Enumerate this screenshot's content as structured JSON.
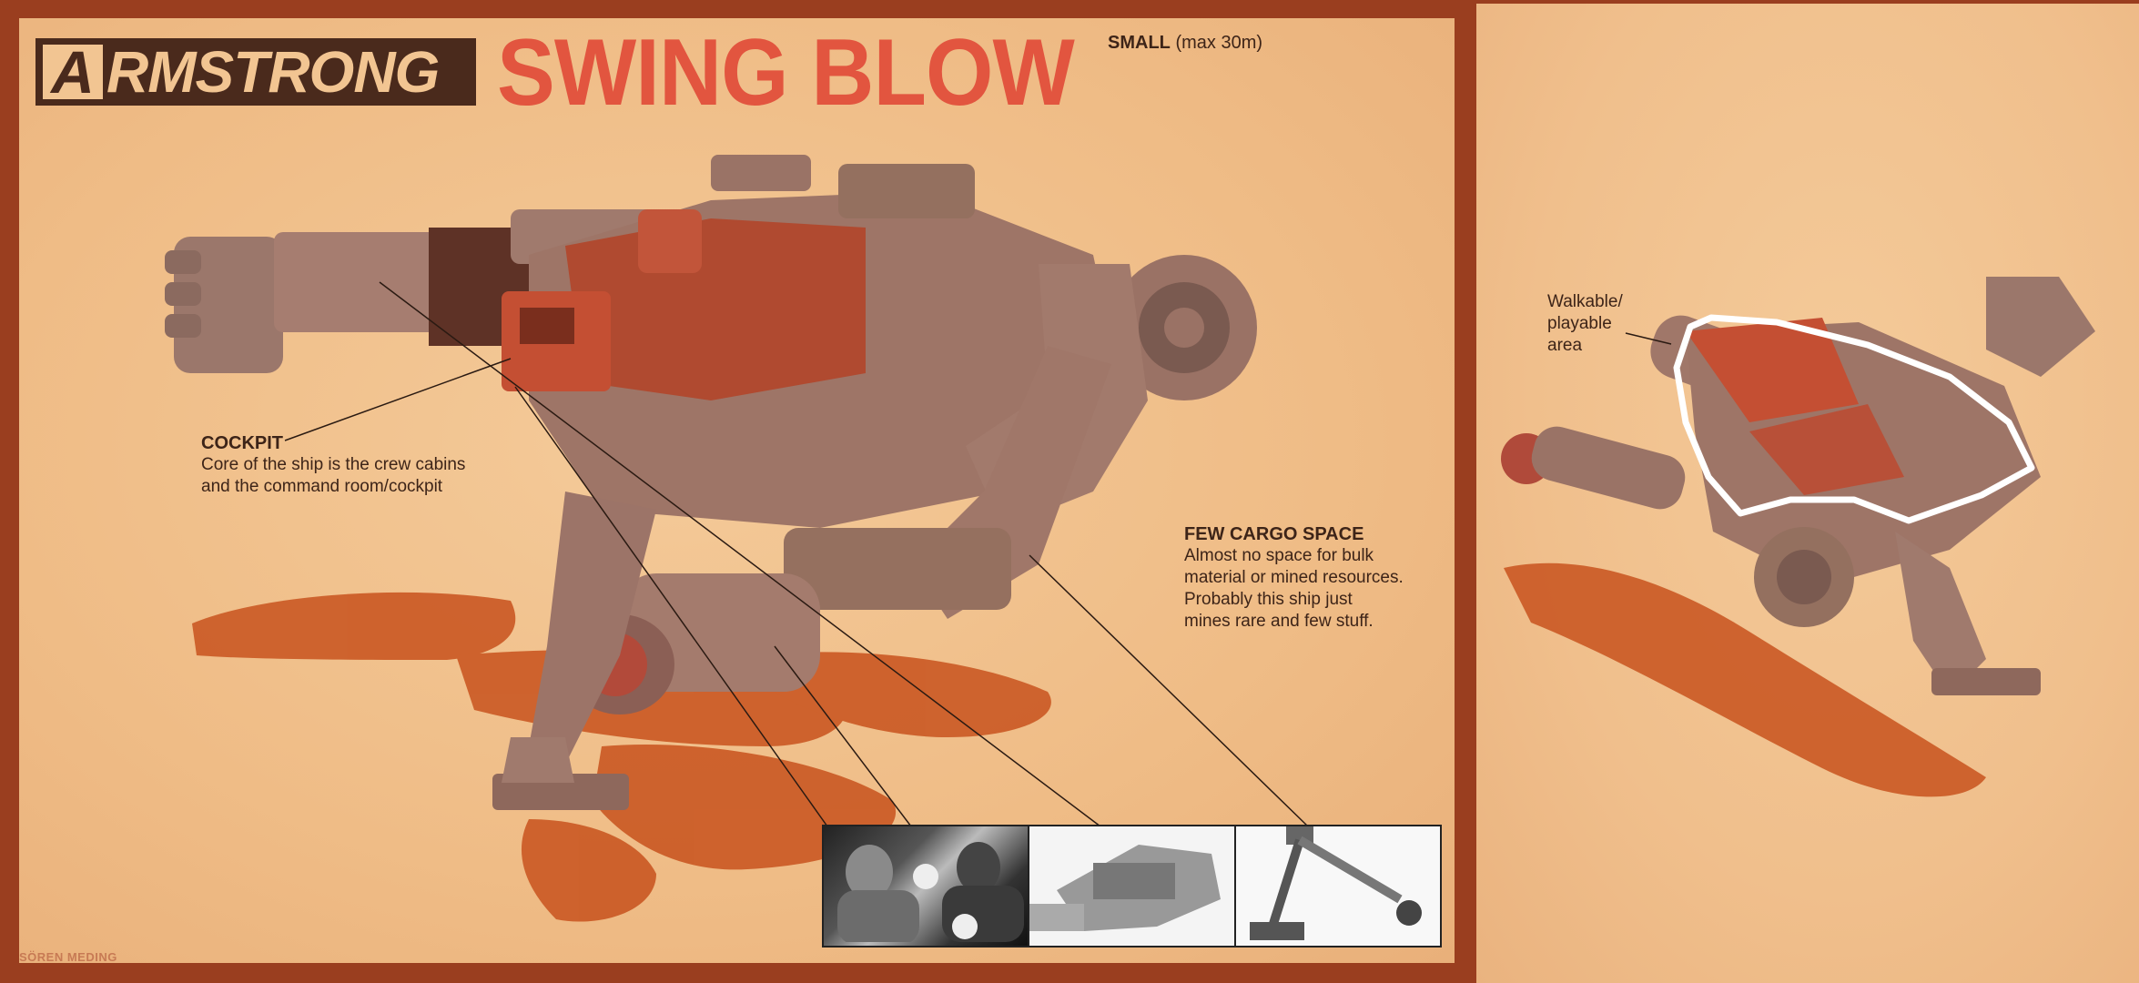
{
  "brand": {
    "initial": "A",
    "rest": "RMSTRONG"
  },
  "title": "SWING BLOW",
  "size": {
    "label": "SMALL",
    "note": "(max 30m)"
  },
  "annotations": {
    "cockpit": {
      "heading": "COCKPIT",
      "line1": "Core of the ship is the crew cabins",
      "line2": "and the command room/cockpit"
    },
    "cargo": {
      "heading": "FEW CARGO SPACE",
      "line1": "Almost no space for bulk",
      "line2": "material or mined resources.",
      "line3": "Probably this ship just",
      "line4": "mines rare and few stuff."
    },
    "walkable": {
      "line1": "Walkable/",
      "line2": "playable",
      "line3": "area"
    }
  },
  "credit": "SÖREN MEDING",
  "thumbnails": [
    "boxing-photo",
    "machine-arm-sketch",
    "robotic-arm-render"
  ],
  "colors": {
    "frame": "#9a3e1f",
    "background": "#f2c592",
    "title": "#e2553f",
    "text": "#3d2418",
    "shadow": "#c8521d",
    "mech": "#9d7466",
    "mech_accent": "#c2553a"
  }
}
